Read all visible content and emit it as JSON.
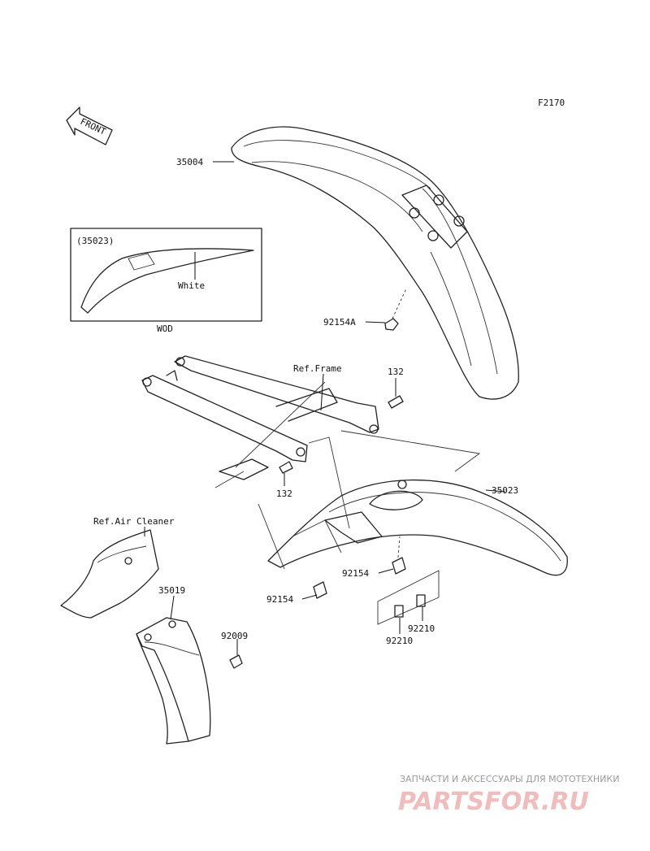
{
  "figure_code": "F2170",
  "orientation": "FRONT",
  "inset": {
    "ref": "(35023)",
    "color_note": "White",
    "variant": "WOD"
  },
  "references": {
    "frame": "Ref.Frame",
    "air_cleaner": "Ref.Air Cleaner"
  },
  "callouts": {
    "front_fender": "35004",
    "front_fender_bolt": "92154A",
    "rear_fender": "35023",
    "bolt_132_upper": "132",
    "bolt_132_lower": "132",
    "rear_bolt_right": "92154",
    "rear_bolt_left": "92154",
    "nut_right": "92210",
    "nut_left": "92210",
    "mud_flap": "35019",
    "mud_flap_screw": "92009"
  },
  "watermark": {
    "caption": "ЗАПЧАСТИ И АКСЕССУАРЫ ДЛЯ МОТОТЕХНИКИ",
    "brand": "PARTSFOR.RU"
  }
}
